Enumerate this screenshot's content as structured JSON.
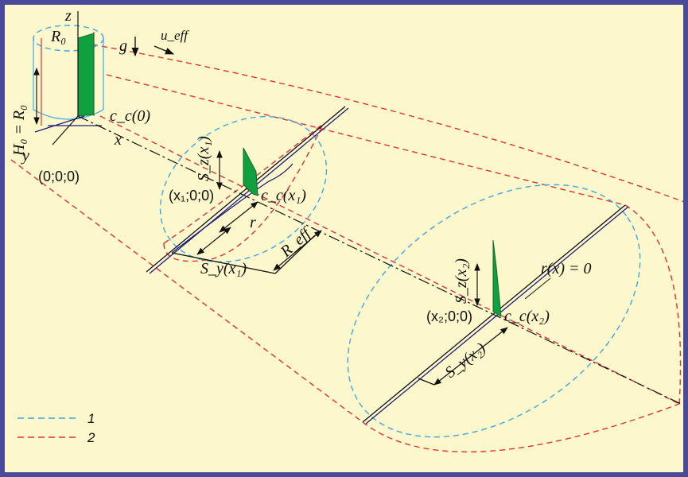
{
  "colors": {
    "frame_border": "#4a4a9a",
    "background": "#fdf8cc",
    "curve_1": "#3aa6e6",
    "curve_2": "#e0303a",
    "fill_section": "#10a040",
    "axis_line": "#1a1a80"
  },
  "labels": {
    "z": "z",
    "R0": "R₀",
    "g": "g",
    "u_eff": "u_eff",
    "H0": "H₀ = R₀",
    "y": "y",
    "origin": "(0;0;0)",
    "cc0": "c_c(0)",
    "x": "x",
    "Sz1": "S_z(x₁)",
    "p1": "(x₁;0;0)",
    "cc1": "c_c(x₁)",
    "r": "r",
    "Reff": "R_eff",
    "Sy1": "S_y(x₁)",
    "Sz2": "S_z(x₂)",
    "rx0": "r(x) = 0",
    "p2": "(x₂;0;0)",
    "cc2": "c_c(x₂)",
    "Sy2": "S_y(x₂)"
  },
  "legend": [
    {
      "num": "1",
      "style": "blue dashed"
    },
    {
      "num": "2",
      "style": "red dashed"
    }
  ]
}
